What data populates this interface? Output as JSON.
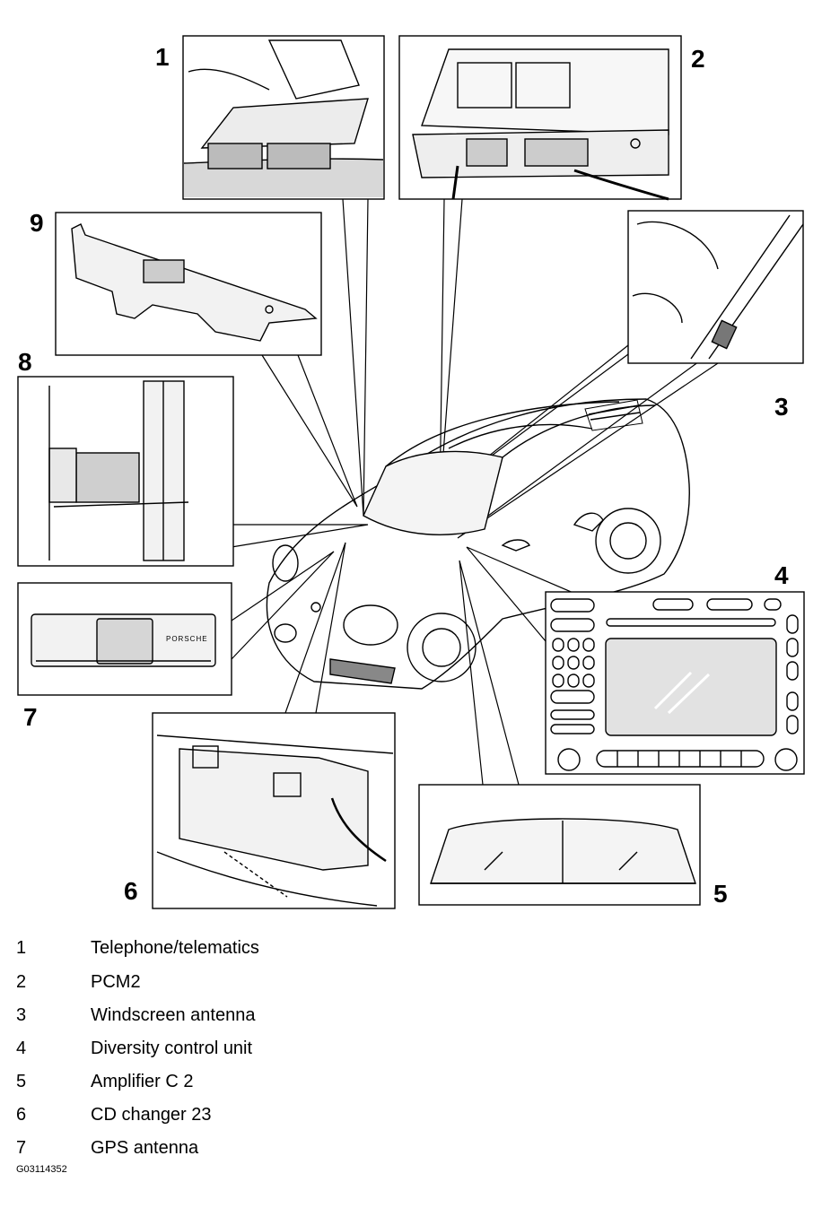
{
  "callouts": [
    "1",
    "2",
    "3",
    "4",
    "5",
    "6",
    "7",
    "8",
    "9"
  ],
  "panel_texts": {
    "cd_changer_brand": "PORSCHE"
  },
  "legend": [
    {
      "num": "1",
      "text": "Telephone/telematics"
    },
    {
      "num": "2",
      "text": "PCM2"
    },
    {
      "num": "3",
      "text": "Windscreen antenna"
    },
    {
      "num": "4",
      "text": "Diversity control unit"
    },
    {
      "num": "5",
      "text": "Amplifier C 2"
    },
    {
      "num": "6",
      "text": "CD changer 23"
    },
    {
      "num": "7",
      "text": "GPS antenna"
    }
  ],
  "figure_id": "G03114352"
}
